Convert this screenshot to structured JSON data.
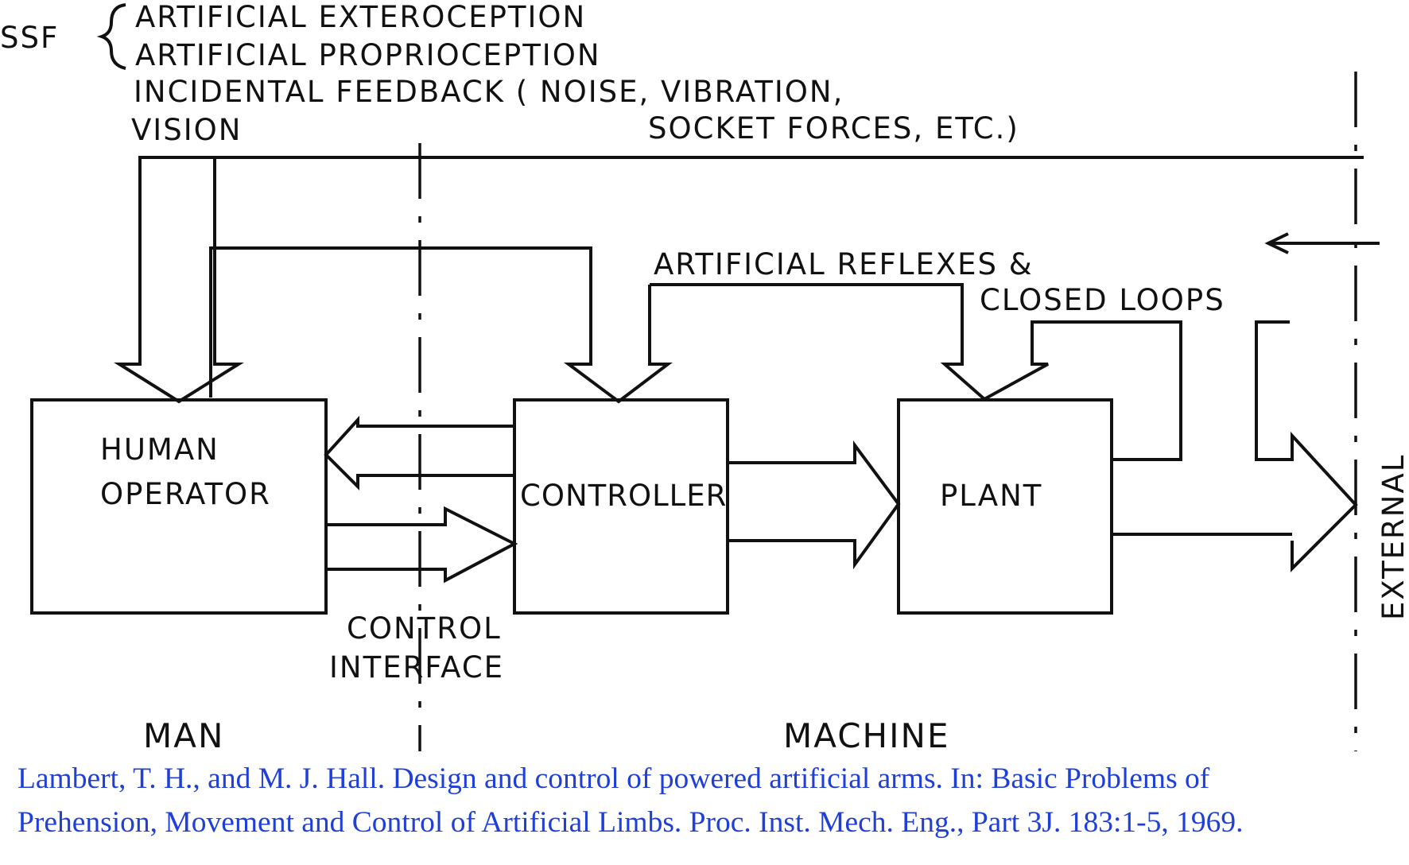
{
  "diagram": {
    "ssf": "SSF",
    "ssf_items": [
      "ARTIFICIAL EXTEROCEPTION",
      "ARTIFICIAL PROPRIOCEPTION"
    ],
    "incidental": "INCIDENTAL FEEDBACK ( NOISE, VIBRATION,",
    "vision": "VISION",
    "socket": "SOCKET FORCES, ETC.)",
    "reflexes_1": "ARTIFICIAL REFLEXES &",
    "reflexes_2": "CLOSED LOOPS",
    "human_1": "HUMAN",
    "human_2": "OPERATOR",
    "controller": "CONTROLLER",
    "plant": "PLANT",
    "interface_1": "CONTROL",
    "interface_2": "INTERFACE",
    "man": "MAN",
    "machine": "MACHINE",
    "external": "EXTERNAL"
  },
  "caption": {
    "line1": "Lambert, T. H., and M. J. Hall. Design and control of powered artificial arms. In: Basic Problems of",
    "line2": "Prehension, Movement and Control of Artificial Limbs. Proc. Inst. Mech. Eng., Part 3J. 183:1-5, 1969."
  },
  "colors": {
    "ink": "#111111",
    "caption": "#1f3fd6"
  }
}
